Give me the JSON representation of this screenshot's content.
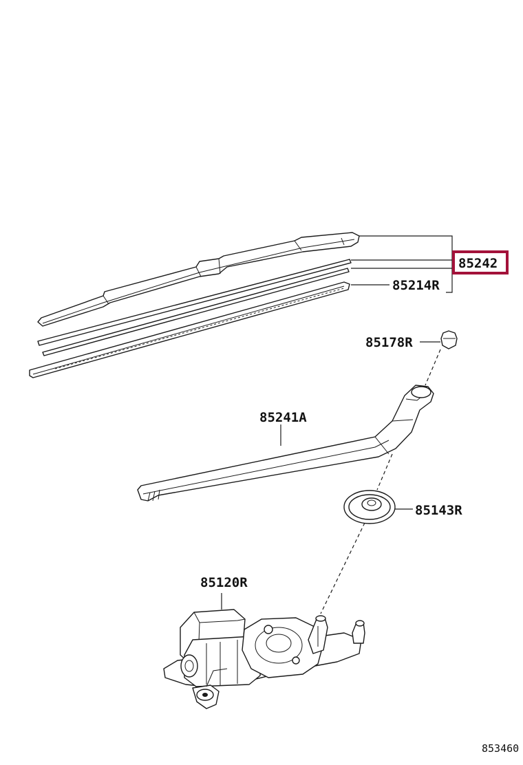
{
  "parts": {
    "blade_assembly": "85242",
    "blade_insert": "85214R",
    "arm_cap": "85178R",
    "wiper_arm": "85241A",
    "pivot_cover": "85143R",
    "wiper_motor": "85120R"
  },
  "highlighted_part": "85242",
  "highlight_color": "#a3123a",
  "diagram_ref": "853460"
}
